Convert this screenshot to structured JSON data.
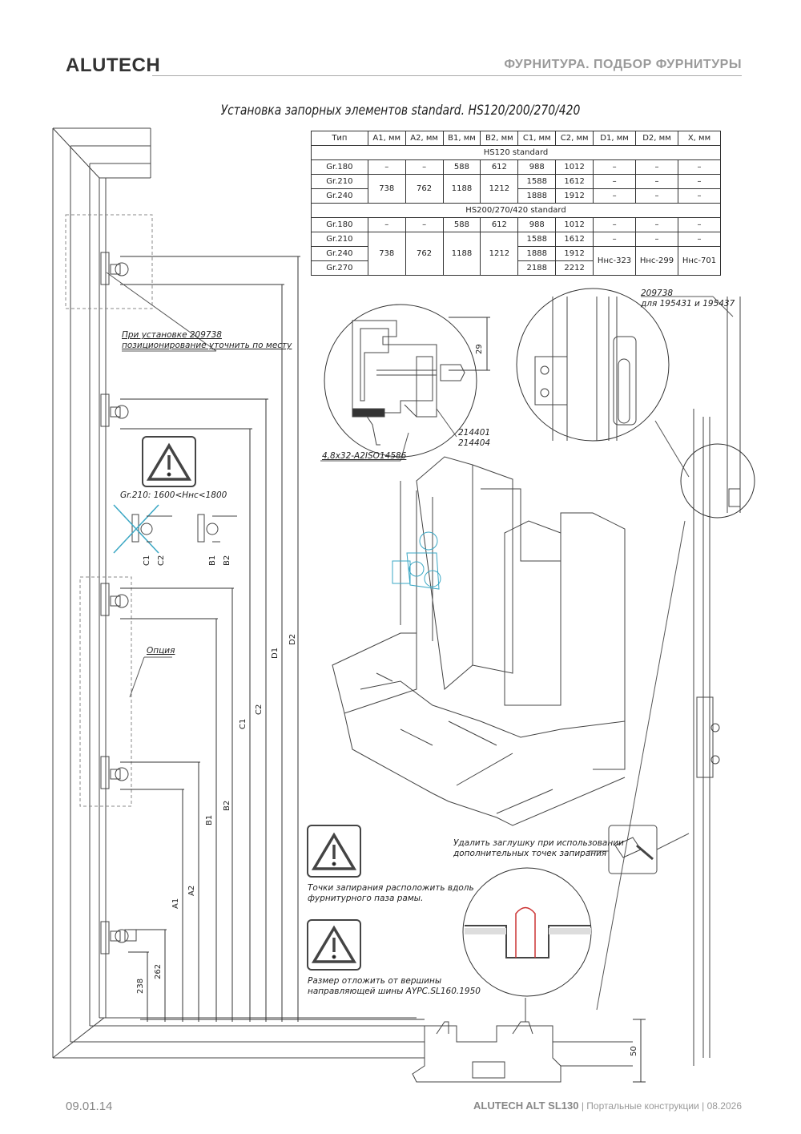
{
  "header": {
    "brand": "ALUTECH",
    "section": "ФУРНИТУРА. ПОДБОР ФУРНИТУРЫ"
  },
  "title": "Установка запорных элементов standard. HS120/200/270/420",
  "table": {
    "columns": [
      "Тип",
      "A1, мм",
      "A2, мм",
      "B1, мм",
      "B2, мм",
      "C1, мм",
      "C2, мм",
      "D1, мм",
      "D2, мм",
      "X, мм"
    ],
    "group1": "HS120 standard",
    "group2": "HS200/270/420 standard",
    "dash": "–",
    "g1": {
      "gr180": {
        "t": "Gr.180",
        "a1": "–",
        "a2": "–",
        "b1": "588",
        "b2": "612",
        "c1": "988",
        "c2": "1012",
        "d1": "–",
        "d2": "–",
        "x": "–"
      },
      "gr210": {
        "t": "Gr.210",
        "c1": "1588",
        "c2": "1612",
        "d1": "–",
        "d2": "–",
        "x": "–"
      },
      "gr240": {
        "t": "Gr.240",
        "c1": "1888",
        "c2": "1912",
        "d1": "–",
        "d2": "–",
        "x": "–"
      },
      "merged": {
        "a1": "738",
        "a2": "762",
        "b1": "1188",
        "b2": "1212"
      }
    },
    "g2": {
      "gr180": {
        "t": "Gr.180",
        "a1": "–",
        "a2": "–",
        "b1": "588",
        "b2": "612",
        "c1": "988",
        "c2": "1012",
        "d1": "–",
        "d2": "–",
        "x": "–"
      },
      "gr210": {
        "t": "Gr.210",
        "c1": "1588",
        "c2": "1612",
        "d1": "–",
        "d2": "–",
        "x": "–"
      },
      "gr240": {
        "t": "Gr.240",
        "c1": "1888",
        "c2": "1912"
      },
      "gr270": {
        "t": "Gr.270",
        "c1": "2188",
        "c2": "2212"
      },
      "merged": {
        "a1": "738",
        "a2": "762",
        "b1": "1188",
        "b2": "1212",
        "d1": "Hнс-323",
        "d2": "Hнс-299",
        "x": "Hнс-701"
      }
    }
  },
  "labels": {
    "install_note": "При установке 209738",
    "install_note2": "позиционирование уточнить по месту",
    "gr210_range": "Gr.210: 1600<Hнс<1800",
    "option": "Опция",
    "screw": "4,8x32-A2ISO14586",
    "part1": "214401",
    "part2": "214404",
    "dim29": "29",
    "part_209738": "209738",
    "for_parts": "для 195431 и 195437",
    "remove_plug": "Удалить заглушку при использовании",
    "remove_plug2": "дополнительных точек запирания",
    "lock_points": "Точки запирания расположить вдоль",
    "lock_points2": "фурнитурного паза рамы.",
    "size_from": "Размер отложить от вершины",
    "size_from2": "направляющей шины AYPC.SL160.1950",
    "dim50": "50",
    "dim238": "238",
    "dim262": "262",
    "dA1": "A1",
    "dA2": "A2",
    "dB1": "B1",
    "dB2": "B2",
    "dC1": "C1",
    "dC2": "C2",
    "dD1": "D1",
    "dD2": "D2",
    "sC1": "C1",
    "sC2": "C2",
    "sB1": "B1",
    "sB2": "B2"
  },
  "footer": {
    "date": "09.01.14",
    "product": "ALUTECH ALT SL130",
    "sep1": " | ",
    "desc": "Портальные конструкции",
    "sep2": " | ",
    "issue": "08.2026"
  },
  "colors": {
    "accent": "#3aa7c4",
    "line": "#333333",
    "gray": "#999999"
  }
}
